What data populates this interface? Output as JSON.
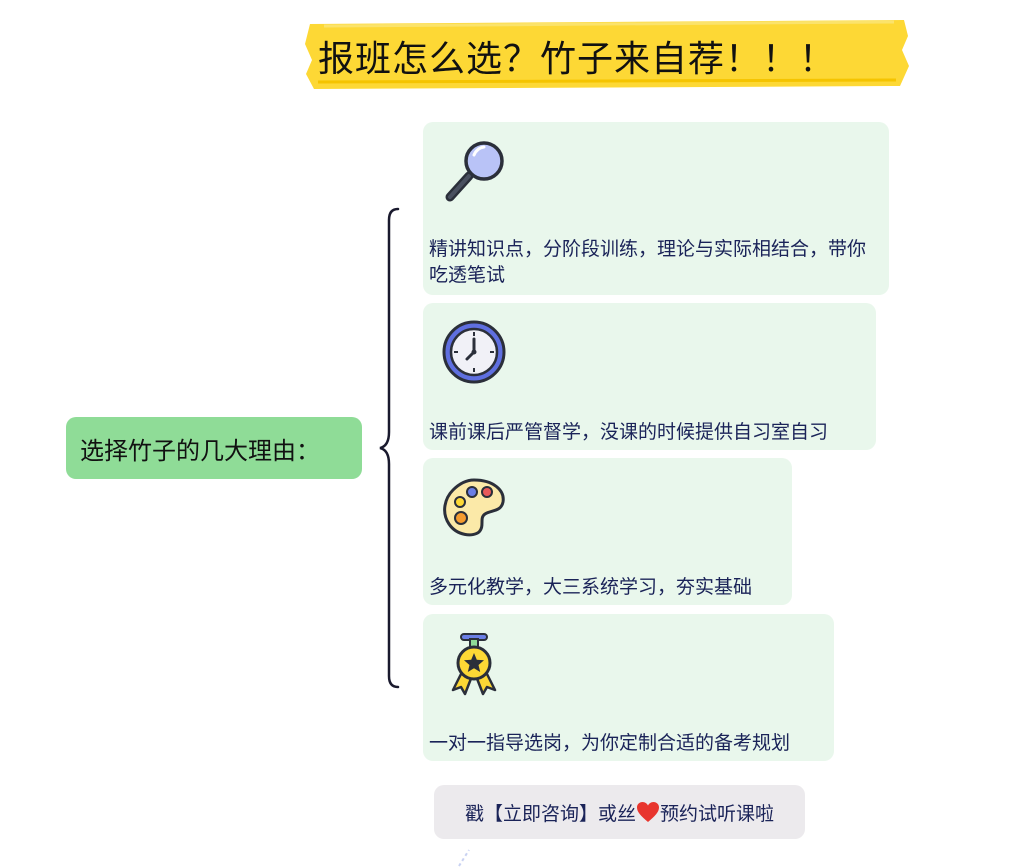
{
  "title": "报班怎么选？竹子来自荐！！！",
  "root": {
    "label": "选择竹子的几大理由："
  },
  "branches": [
    {
      "icon": "magnifier-icon",
      "text": "精讲知识点，分阶段训练，理论与实际相结合，带你吃透笔试"
    },
    {
      "icon": "clock-icon",
      "text": "课前课后严管督学，没课的时候提供自习室自习"
    },
    {
      "icon": "palette-icon",
      "text": "多元化教学，大三系统学习，夯实基础"
    },
    {
      "icon": "medal-icon",
      "text": "一对一指导选岗，为你定制合适的备考规划"
    }
  ],
  "footer": {
    "before": "戳【立即咨询】或丝",
    "icon": "heart-icon",
    "after": "预约试听课啦"
  },
  "colors": {
    "title_highlight": "#fdd835",
    "root_fill": "#8fdc97",
    "card_fill": "#e9f7ec",
    "footer_fill": "#eceaed",
    "text": "#1a2358"
  }
}
